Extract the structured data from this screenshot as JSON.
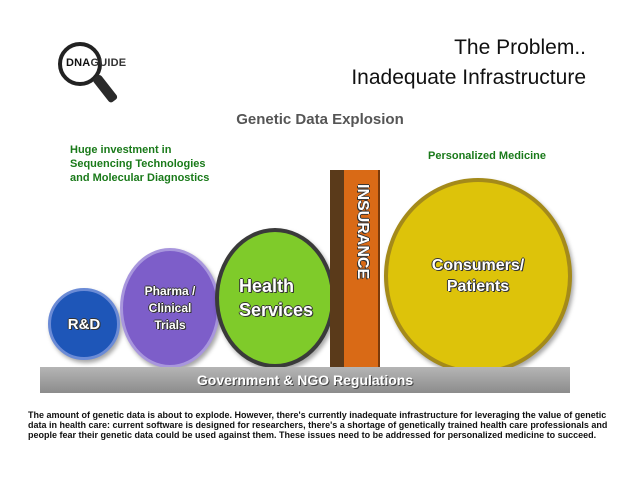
{
  "logo": {
    "left_text": "DNA",
    "right_text": "GUIDE"
  },
  "header": {
    "title_line1": "The Problem..",
    "title_line2": "Inadequate Infrastructure",
    "subtitle": "Genetic Data Explosion"
  },
  "notes": {
    "left_lines": [
      "Huge investment in",
      "Sequencing Technologies",
      "and Molecular Diagnostics"
    ],
    "right": "Personalized Medicine"
  },
  "circles": {
    "rd": "R&D",
    "pharma_lines": [
      "Pharma /",
      "Clinical",
      "Trials"
    ],
    "health_lines": [
      "Health",
      "Services"
    ],
    "consumers_lines": [
      "Consumers/",
      "Patients"
    ]
  },
  "insurance": "INSURANCE",
  "government": "Government &  NGO Regulations",
  "description": "The amount of genetic data is about to explode.  However, there's currently inadequate infrastructure for leveraging the value of genetic data in health care: current software is designed for researchers, there's a shortage of genetically trained health care professionals and people fear their genetic data could be used against them.  These issues need to be addressed for personalized medicine to succeed.",
  "colors": {
    "rd": "#1e56b8",
    "pharma": "#7d5ec9",
    "health": "#7fcb2a",
    "consumers": "#ddc30a",
    "insurance": "#d96a16",
    "note_green": "#1a7a1a"
  }
}
